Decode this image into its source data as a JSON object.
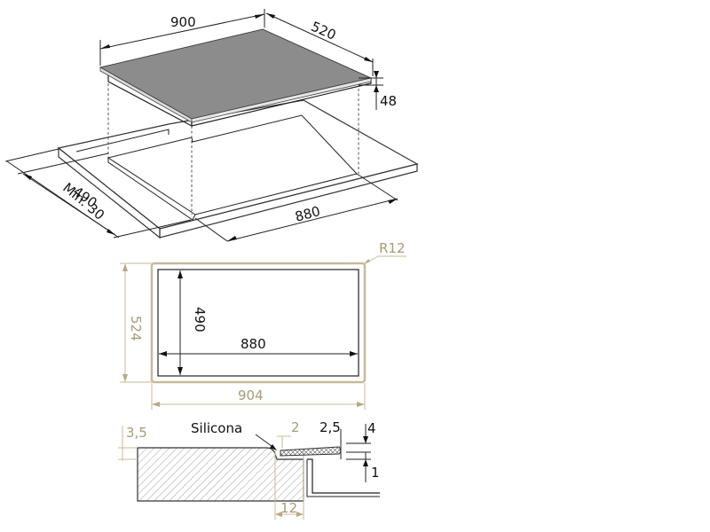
{
  "iso": {
    "width": "900",
    "depth": "520",
    "height": "48",
    "cutout_depth": "490",
    "min_edge": "Min. 30",
    "cutout_width": "880"
  },
  "top": {
    "radius": "R12",
    "outer_height": "524",
    "inner_height": "490",
    "inner_width": "880",
    "outer_width": "904"
  },
  "section": {
    "recess_depth": "3,5",
    "sealant": "Silicona",
    "gap": "2",
    "glass": "2,5",
    "step_height": "4",
    "bottom_gap": "1",
    "rebate_width": "12"
  },
  "colors": {
    "hob_fill": "#8c8c8c",
    "dimension_tan": "#c8b99a",
    "line": "#222222"
  }
}
